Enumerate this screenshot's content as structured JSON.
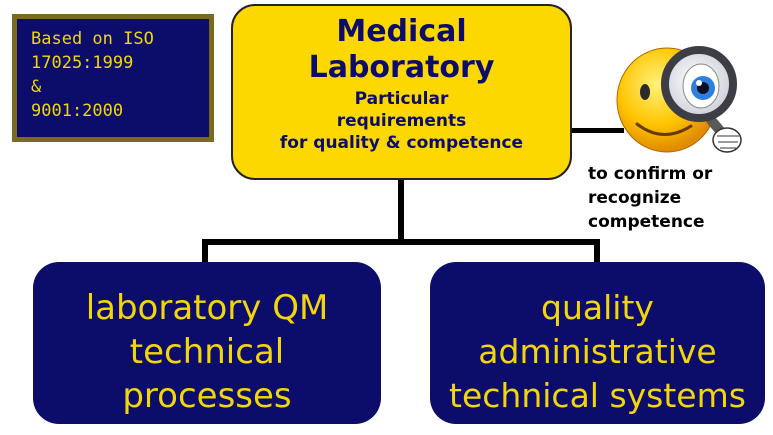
{
  "standard_box": {
    "lines": [
      "Based on ISO",
      "17025:1999",
      "&",
      "9001:2000"
    ]
  },
  "main_box": {
    "title_line1": "Medical",
    "title_line2": "Laboratory",
    "subtitle_lines": [
      "Particular",
      "requirements",
      "for quality & competence"
    ]
  },
  "left_box": {
    "lines": [
      "laboratory QM",
      "technical",
      "processes"
    ]
  },
  "right_box": {
    "lines": [
      "quality",
      "administrative",
      "technical systems"
    ]
  },
  "caption": {
    "lines": [
      "to confirm or",
      "recognize",
      "competence"
    ]
  },
  "icon": "magnifying-smiley-icon",
  "colors": {
    "navy": "#0c0c6a",
    "yellow": "#fdd800",
    "gold_text": "#f2d60a",
    "frame": "#7a6a1e"
  }
}
